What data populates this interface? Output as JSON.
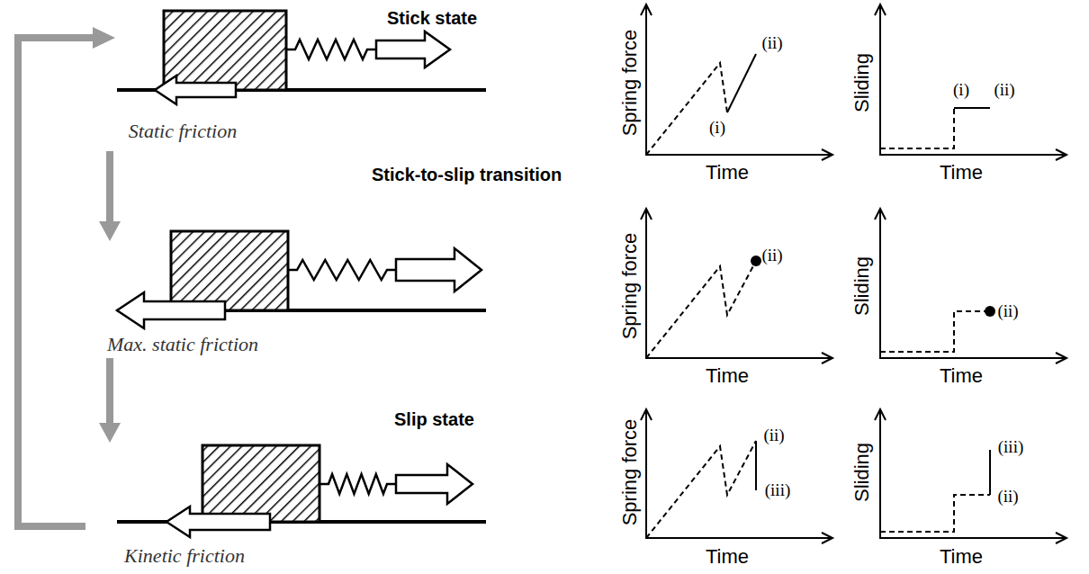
{
  "diagram": {
    "labels": [
      "Stick state",
      "(ii)",
      "(i)",
      "Spring force",
      "Time",
      "(i)",
      "(ii)",
      "Sliding",
      "Time",
      "Static friction",
      "Stick-to-slip transition",
      "(ii)",
      "Spring force",
      "Time",
      "(ii)",
      "Sliding",
      "Time",
      "Max. static friction",
      "Slip state",
      "(ii)",
      "(iii)",
      "Spring force",
      "Time",
      "(iii)",
      "(ii)",
      "Sliding",
      "Time",
      "Kinetic friction"
    ]
  }
}
